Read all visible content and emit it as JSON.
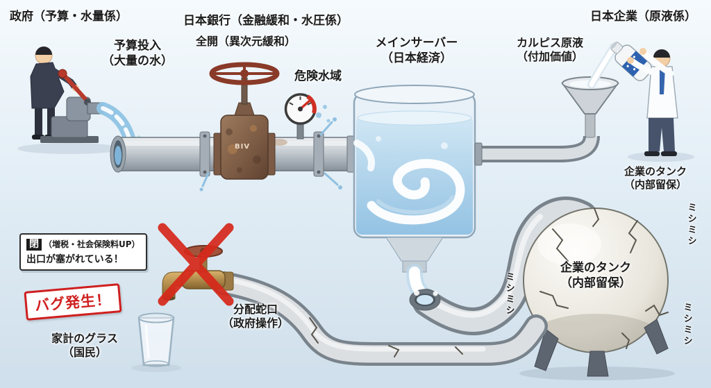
{
  "palette": {
    "accent_red": "#d6291c",
    "water_blue": "#8fc0e2",
    "pipe_gray": "#c3cad0",
    "rust_brown": "#7b5a43",
    "brass": "#b08a4a"
  },
  "labels": {
    "government": "政府（予算・水量係）",
    "budget": [
      "予算投入",
      "（大量の水）"
    ],
    "boj": "日本銀行（金融緩和・水圧係）",
    "valve_open": "全開（異次元緩和）",
    "danger_zone": "危険水域",
    "main_server": [
      "メインサーバー",
      "（日本経済）"
    ],
    "calpis": [
      "カルピス原液",
      "（付加価値）"
    ],
    "company": "日本企業（原液係）",
    "corp_tank_outer": [
      "企業のタンク",
      "（内部留保）"
    ],
    "corp_tank_inner": [
      "企業のタンク",
      "（内部留保）"
    ],
    "creaks": [
      "ミシミシ",
      "ミシミシ",
      "ミシミシ"
    ],
    "closed_badge": "閉",
    "closed_note": "（増税・社会保険料UP）",
    "closed_note2": "出口が塞がれている！",
    "bug": "バグ発生！",
    "faucet": [
      "分配蛇口",
      "（政府操作）"
    ],
    "glass": [
      "家計のグラス",
      "（国民）"
    ],
    "valve_stamp": "BIV"
  }
}
